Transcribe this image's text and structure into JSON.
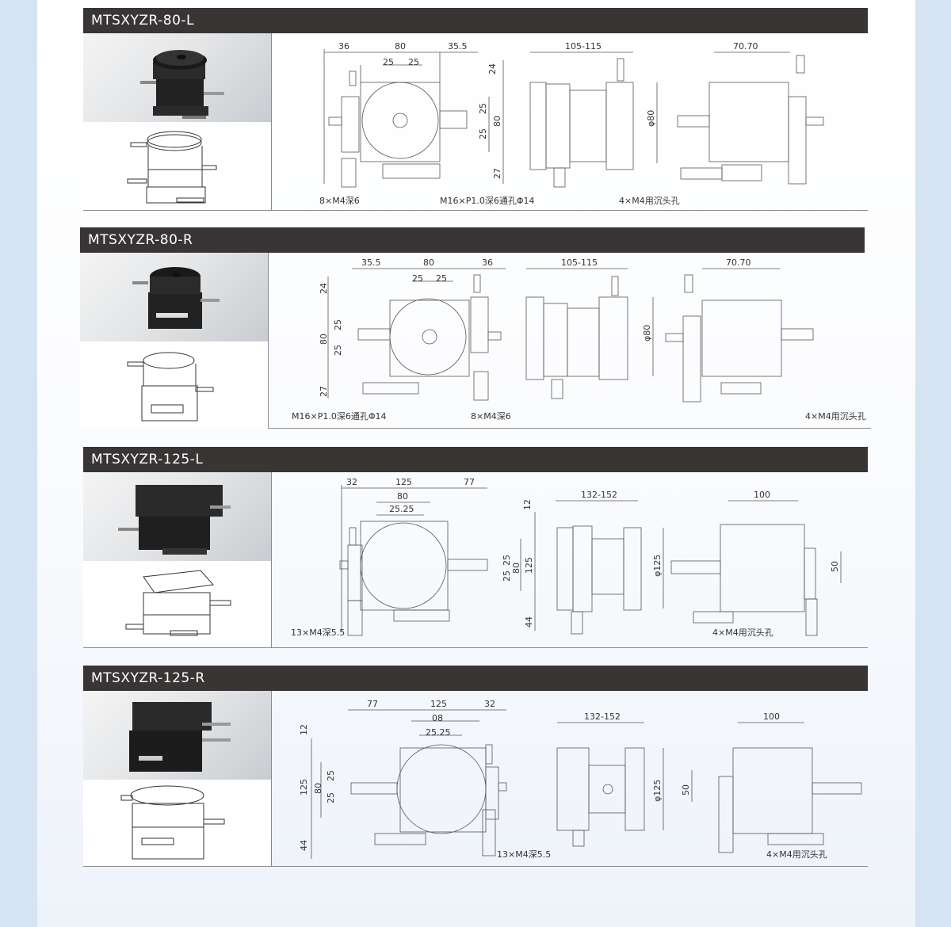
{
  "sections": [
    {
      "title": "MTSXYZR-80-L",
      "front": {
        "d1": "36",
        "d2": "80",
        "d3": "35.5",
        "d4": "25",
        "d5": "25",
        "v1": "24",
        "v2": "25",
        "v3": "25",
        "v4": "80",
        "v5": "27"
      },
      "side": {
        "width": "105-115",
        "dia": "φ80"
      },
      "back": {
        "width": "70.70"
      },
      "notes": [
        "8×M4深6",
        "M16×P1.0深6通孔Φ14",
        "4×M4用沉头孔"
      ]
    },
    {
      "title": "MTSXYZR-80-R",
      "front": {
        "d1": "35.5",
        "d2": "80",
        "d3": "36",
        "d4": "25",
        "d5": "25",
        "v1": "24",
        "v2": "25",
        "v3": "25",
        "v4": "80",
        "v5": "27"
      },
      "side": {
        "width": "105-115",
        "dia": "φ80"
      },
      "back": {
        "width": "70.70"
      },
      "notes": [
        "M16×P1.0深6通孔Φ14",
        "8×M4深6",
        "4×M4用沉头孔"
      ]
    },
    {
      "title": "MTSXYZR-125-L",
      "front": {
        "d1": "32",
        "d2": "125",
        "d3": "77",
        "d4": "80",
        "d5": "25.25",
        "v1": "12",
        "v2": "25",
        "v3": "25",
        "v4": "80",
        "v5": "125",
        "v6": "44"
      },
      "side": {
        "width": "132-152",
        "dia": "φ125"
      },
      "back": {
        "width": "100",
        "h": "50"
      },
      "notes": [
        "13×M4深5.5",
        "4×M4用沉头孔"
      ]
    },
    {
      "title": "MTSXYZR-125-R",
      "front": {
        "d1": "77",
        "d2": "125",
        "d3": "32",
        "d4": "08",
        "d5": "25.25",
        "v1": "12",
        "v2": "25",
        "v3": "25",
        "v4": "80",
        "v5": "125",
        "v6": "44"
      },
      "side": {
        "width": "132-152",
        "dia": "φ125"
      },
      "back": {
        "width": "100",
        "h": "50"
      },
      "notes": [
        "13×M4深5.5",
        "4×M4用沉头孔"
      ]
    }
  ]
}
